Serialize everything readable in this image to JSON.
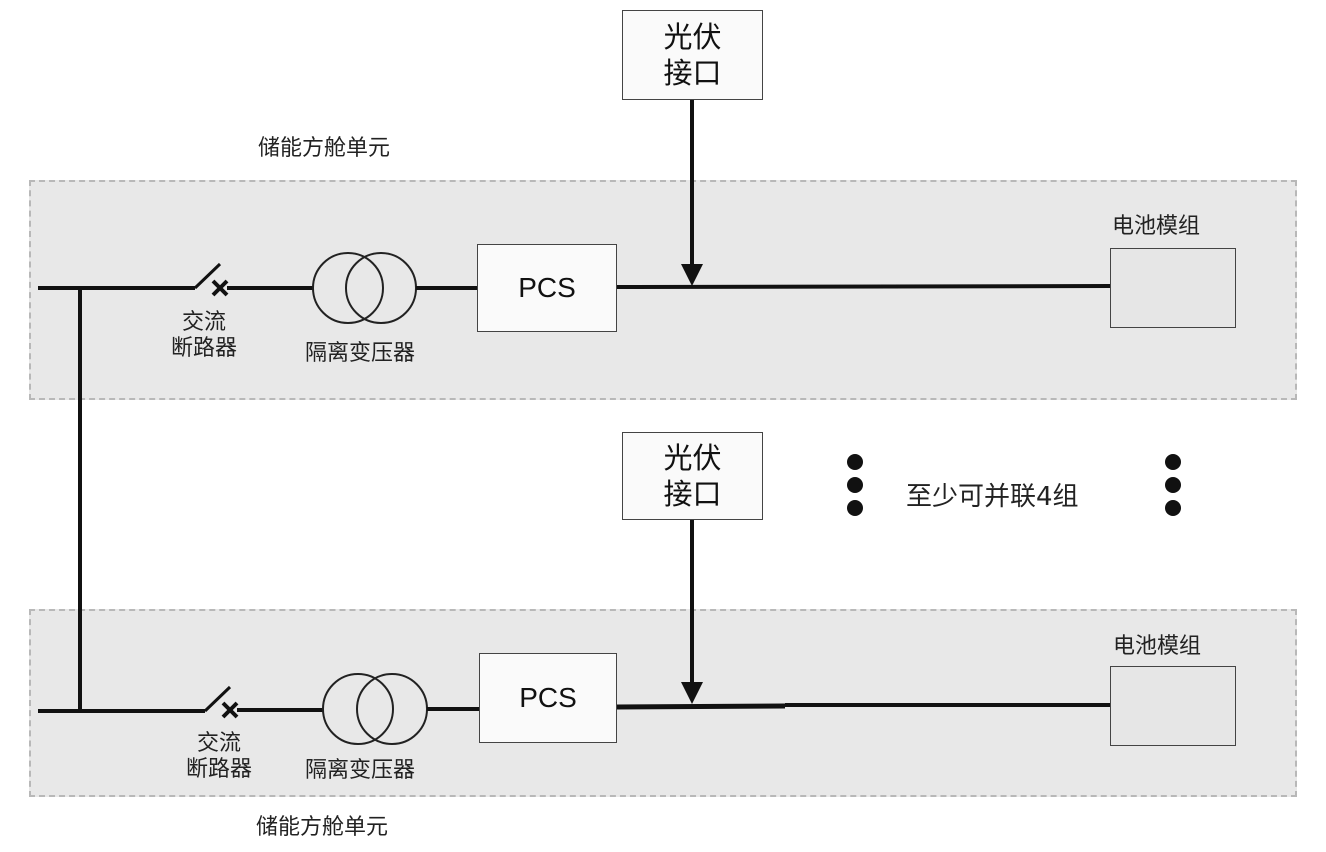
{
  "diagram": {
    "type": "energy-storage-cabin-single-line",
    "units": [
      {
        "caption": "储能方舱单元",
        "pv_interface": "光伏\n接口",
        "pv_line1": "光伏",
        "pv_line2": "接口",
        "breaker_line1": "交流",
        "breaker_line2": "断路器",
        "transformer": "隔离变压器",
        "pcs": "PCS",
        "battery": "电池模组"
      },
      {
        "caption": "储能方舱单元",
        "pv_line1": "光伏",
        "pv_line2": "接口",
        "breaker_line1": "交流",
        "breaker_line2": "断路器",
        "transformer": "隔离变压器",
        "pcs": "PCS",
        "battery": "电池模组"
      }
    ],
    "parallel_note": "至少可并联4组",
    "edges": [
      {
        "from": "ac-bus",
        "to": "ac-breaker"
      },
      {
        "from": "ac-breaker",
        "to": "isolation-transformer"
      },
      {
        "from": "isolation-transformer",
        "to": "pcs"
      },
      {
        "from": "pcs",
        "to": "battery-module"
      },
      {
        "from": "pv-interface",
        "to": "dc-bus",
        "arrow": true
      }
    ]
  }
}
